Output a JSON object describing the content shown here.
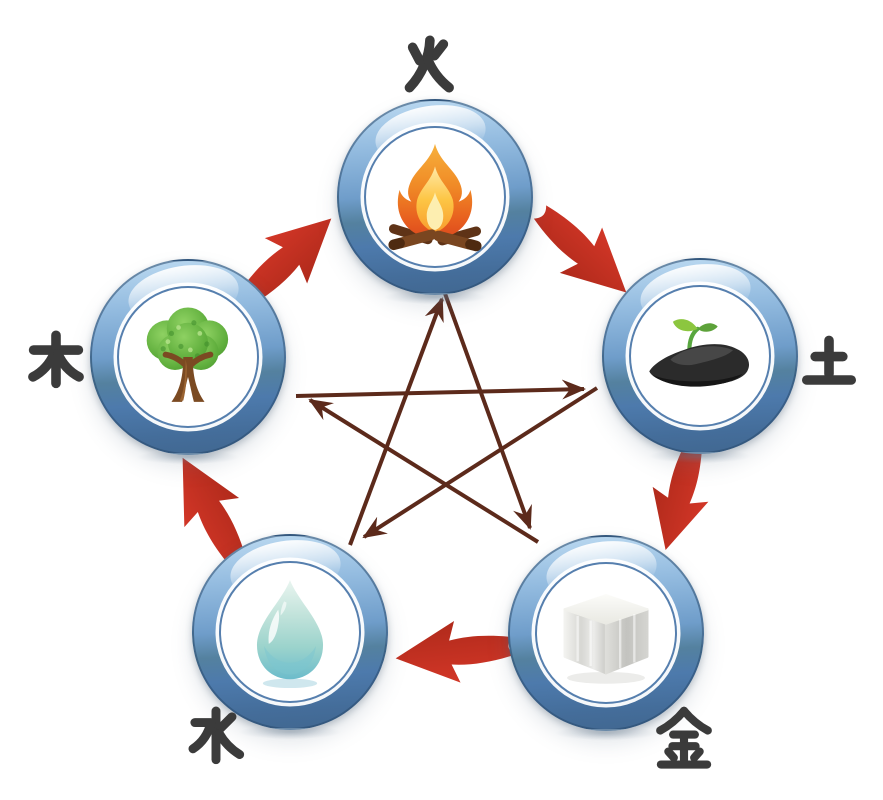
{
  "diagram": {
    "name": "wu-xing-five-elements-cycle",
    "background": "#ffffff",
    "elements": [
      {
        "id": "fire",
        "character": "火",
        "icon": "campfire-icon"
      },
      {
        "id": "earth",
        "character": "土",
        "icon": "rock-with-sprout-icon"
      },
      {
        "id": "metal",
        "character": "金",
        "icon": "metal-cube-icon"
      },
      {
        "id": "water",
        "character": "水",
        "icon": "water-drop-icon"
      },
      {
        "id": "wood",
        "character": "木",
        "icon": "tree-icon"
      }
    ],
    "generating_cycle": {
      "style": "thick red arrows around outer circle",
      "color": "#cf3b27",
      "arrows": [
        "wood→fire",
        "fire→earth",
        "earth→metal",
        "metal→water",
        "water→wood"
      ]
    },
    "overcoming_cycle": {
      "style": "thin dark-brown pentagram arrows",
      "color": "#5c2a1b",
      "arrows": [
        "wood→earth",
        "earth→water",
        "water→fire",
        "fire→metal",
        "metal→wood"
      ]
    },
    "colors": {
      "ring_blue": "#5d8cbc",
      "ring_edge": "#2a4a6e",
      "character_gray": "#3b3b3b"
    }
  }
}
